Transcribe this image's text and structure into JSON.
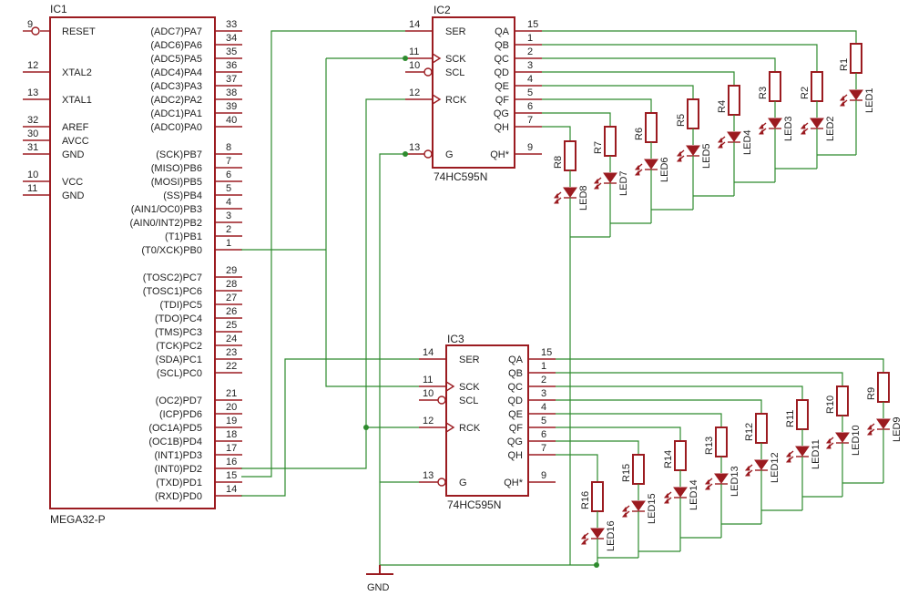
{
  "ic1": {
    "name": "IC1",
    "part": "MEGA32-P",
    "left_pins": [
      {
        "num": "9",
        "label": "RESET"
      },
      {
        "num": "12",
        "label": "XTAL2"
      },
      {
        "num": "13",
        "label": "XTAL1"
      },
      {
        "num": "32",
        "label": "AREF"
      },
      {
        "num": "30",
        "label": "AVCC"
      },
      {
        "num": "31",
        "label": "GND"
      },
      {
        "num": "10",
        "label": "VCC"
      },
      {
        "num": "11",
        "label": "GND"
      }
    ],
    "right_pins": [
      {
        "num": "33",
        "label": "(ADC7)PA7"
      },
      {
        "num": "34",
        "label": "(ADC6)PA6"
      },
      {
        "num": "35",
        "label": "(ADC5)PA5"
      },
      {
        "num": "36",
        "label": "(ADC4)PA4"
      },
      {
        "num": "37",
        "label": "(ADC3)PA3"
      },
      {
        "num": "38",
        "label": "(ADC2)PA2"
      },
      {
        "num": "39",
        "label": "(ADC1)PA1"
      },
      {
        "num": "40",
        "label": "(ADC0)PA0"
      },
      {
        "num": "8",
        "label": "(SCK)PB7"
      },
      {
        "num": "7",
        "label": "(MISO)PB6"
      },
      {
        "num": "6",
        "label": "(MOSI)PB5"
      },
      {
        "num": "5",
        "label": "(SS)PB4"
      },
      {
        "num": "4",
        "label": "(AIN1/OC0)PB3"
      },
      {
        "num": "3",
        "label": "(AIN0/INT2)PB2"
      },
      {
        "num": "2",
        "label": "(T1)PB1"
      },
      {
        "num": "1",
        "label": "(T0/XCK)PB0"
      },
      {
        "num": "29",
        "label": "(TOSC2)PC7"
      },
      {
        "num": "28",
        "label": "(TOSC1)PC6"
      },
      {
        "num": "27",
        "label": "(TDI)PC5"
      },
      {
        "num": "26",
        "label": "(TDO)PC4"
      },
      {
        "num": "25",
        "label": "(TMS)PC3"
      },
      {
        "num": "24",
        "label": "(TCK)PC2"
      },
      {
        "num": "23",
        "label": "(SDA)PC1"
      },
      {
        "num": "22",
        "label": "(SCL)PC0"
      },
      {
        "num": "21",
        "label": "(OC2)PD7"
      },
      {
        "num": "20",
        "label": "(ICP)PD6"
      },
      {
        "num": "19",
        "label": "(OC1A)PD5"
      },
      {
        "num": "18",
        "label": "(OC1B)PD4"
      },
      {
        "num": "17",
        "label": "(INT1)PD3"
      },
      {
        "num": "16",
        "label": "(INT0)PD2"
      },
      {
        "num": "15",
        "label": "(TXD)PD1"
      },
      {
        "num": "14",
        "label": "(RXD)PD0"
      }
    ]
  },
  "ic2": {
    "name": "IC2",
    "part": "74HC595N",
    "left_pins": [
      {
        "num": "14",
        "label": "SER"
      },
      {
        "num": "11",
        "label": "SCK"
      },
      {
        "num": "10",
        "label": "SCL"
      },
      {
        "num": "12",
        "label": "RCK"
      },
      {
        "num": "13",
        "label": "G"
      }
    ],
    "right_pins": [
      {
        "num": "15",
        "label": "QA"
      },
      {
        "num": "1",
        "label": "QB"
      },
      {
        "num": "2",
        "label": "QC"
      },
      {
        "num": "3",
        "label": "QD"
      },
      {
        "num": "4",
        "label": "QE"
      },
      {
        "num": "5",
        "label": "QF"
      },
      {
        "num": "6",
        "label": "QG"
      },
      {
        "num": "7",
        "label": "QH"
      },
      {
        "num": "9",
        "label": "QH*"
      }
    ]
  },
  "ic3": {
    "name": "IC3",
    "part": "74HC595N",
    "left_pins": [
      {
        "num": "14",
        "label": "SER"
      },
      {
        "num": "11",
        "label": "SCK"
      },
      {
        "num": "10",
        "label": "SCL"
      },
      {
        "num": "12",
        "label": "RCK"
      },
      {
        "num": "13",
        "label": "G"
      }
    ],
    "right_pins": [
      {
        "num": "15",
        "label": "QA"
      },
      {
        "num": "1",
        "label": "QB"
      },
      {
        "num": "2",
        "label": "QC"
      },
      {
        "num": "3",
        "label": "QD"
      },
      {
        "num": "4",
        "label": "QE"
      },
      {
        "num": "5",
        "label": "QF"
      },
      {
        "num": "6",
        "label": "QG"
      },
      {
        "num": "7",
        "label": "QH"
      },
      {
        "num": "9",
        "label": "QH*"
      }
    ]
  },
  "top_resistors": [
    "R1",
    "R2",
    "R3",
    "R4",
    "R5",
    "R6",
    "R7",
    "R8"
  ],
  "top_leds": [
    "LED1",
    "LED2",
    "LED3",
    "LED4",
    "LED5",
    "LED6",
    "LED7",
    "LED8"
  ],
  "bottom_resistors": [
    "R9",
    "R10",
    "R11",
    "R12",
    "R13",
    "R14",
    "R15",
    "R16"
  ],
  "bottom_leds": [
    "LED9",
    "LED10",
    "LED11",
    "LED12",
    "LED13",
    "LED14",
    "LED15",
    "LED16"
  ],
  "gnd_label": "GND"
}
